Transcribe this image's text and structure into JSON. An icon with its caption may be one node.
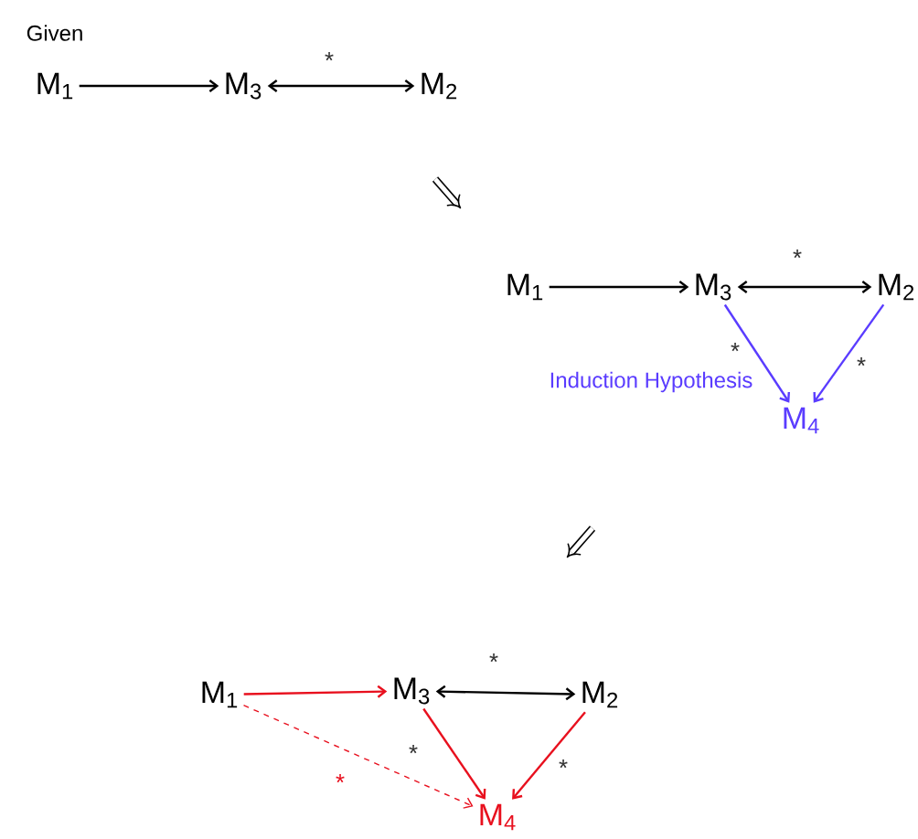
{
  "diagram": {
    "nodes": [
      {
        "text": [
          "M$_{1}$"
        ]
      },
      {
        "text": [
          "M$_{3}$"
        ]
      },
      {
        "text": [
          "M$_{2}$"
        ]
      },
      {
        "text": [
          "M$_{1}$"
        ]
      },
      {
        "text": [
          "M$_{3}$"
        ]
      },
      {
        "text": [
          "M$_{2}$"
        ]
      },
      {
        "text": [
          "M$_{4}$"
        ]
      },
      {
        "text": [
          "M$_{1}$"
        ]
      },
      {
        "text": [
          "M$_{3}$"
        ]
      },
      {
        "text": [
          "M$_{2}$"
        ]
      },
      {
        "text": [
          "M$_{4}$"
        ]
      }
    ],
    "edges": [
      {
        "from": 0,
        "to": 1,
        "arrow": "to"
      },
      {
        "from": 1,
        "to": 2,
        "arrow": "both",
        "label": "*"
      },
      {
        "from": 3,
        "to": 4,
        "arrow": "to"
      },
      {
        "from": 4,
        "to": 5,
        "arrow": "both",
        "label": "*"
      },
      {
        "from": 4,
        "to": 6,
        "arrow": "to",
        "label": "*",
        "color": "#5a3cff"
      },
      {
        "from": 5,
        "to": 6,
        "arrow": "to",
        "label": "*",
        "color": "#5a3cff"
      },
      {
        "from": 7,
        "to": 8,
        "arrow": "to",
        "color": "#e8101e"
      },
      {
        "from": 8,
        "to": 9,
        "arrow": "both",
        "label": "*"
      },
      {
        "from": 8,
        "to": 10,
        "arrow": "to",
        "label": "*",
        "color": "#e8101e"
      },
      {
        "from": 9,
        "to": 10,
        "arrow": "to",
        "label": "*",
        "color": "#e8101e"
      },
      {
        "from": 7,
        "to": 10,
        "arrow": "to",
        "label": "*",
        "style": "dashed",
        "color": "#e8101e"
      }
    ],
    "labels": [
      "Given",
      "Induction Hypothesis"
    ]
  }
}
